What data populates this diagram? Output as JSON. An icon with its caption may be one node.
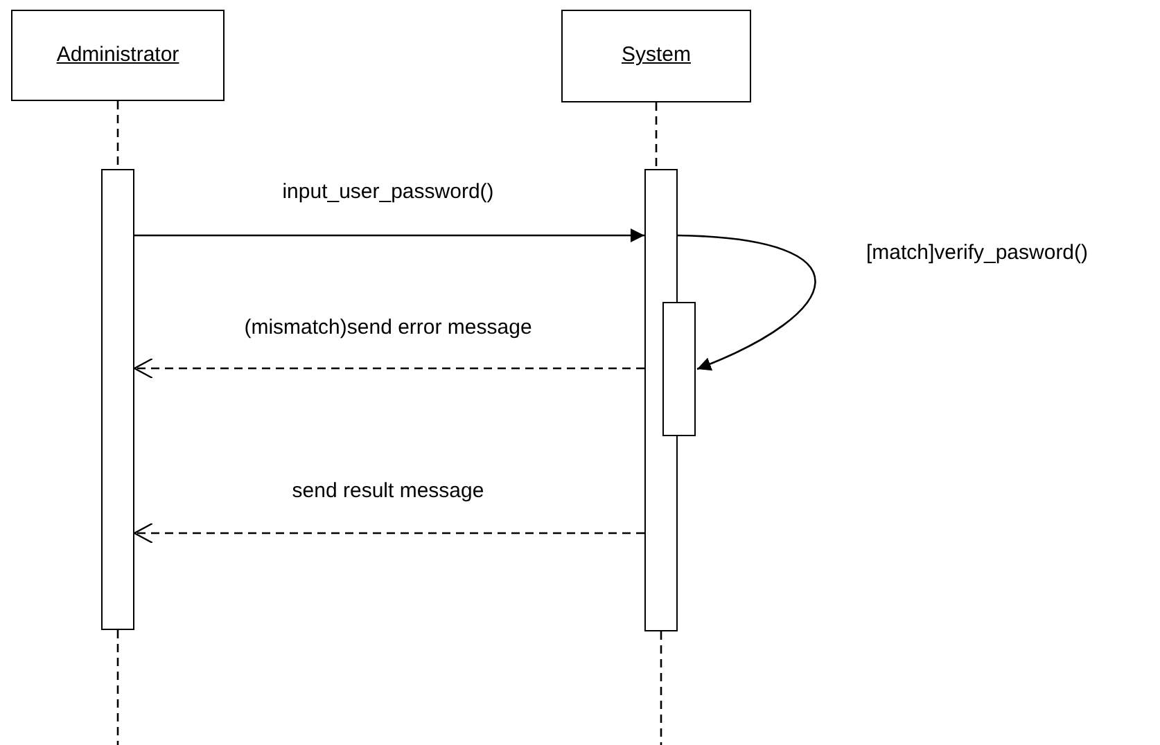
{
  "diagram": {
    "nodes": [
      {
        "text": [
          "Administrator"
        ]
      },
      {
        "text": [
          "System"
        ]
      },
      {
        "text": [],
        "shape": "bar"
      },
      {
        "text": [],
        "shape": "bar"
      },
      {
        "text": [],
        "shape": "bar"
      }
    ],
    "edges": [
      {
        "from": 0,
        "to": 2,
        "arrow": "none",
        "style": "dashed"
      },
      {
        "from": 1,
        "to": 3,
        "arrow": "none",
        "style": "dashed"
      },
      {
        "from": 2,
        "to": null,
        "arrow": "none",
        "style": "dashed"
      },
      {
        "from": 3,
        "to": null,
        "arrow": "none",
        "style": "dashed"
      },
      {
        "from": 2,
        "to": 3,
        "arrow": "to",
        "label": "input_user_password()"
      },
      {
        "from": 3,
        "to": 4,
        "arrow": "to",
        "label": "[match]verify_pasword()"
      },
      {
        "from": 3,
        "to": 2,
        "arrow": "to",
        "style": "dashed",
        "label": "(mismatch)send error message"
      },
      {
        "from": 3,
        "to": 2,
        "arrow": "to",
        "style": "dashed",
        "label": "send result message"
      }
    ]
  }
}
